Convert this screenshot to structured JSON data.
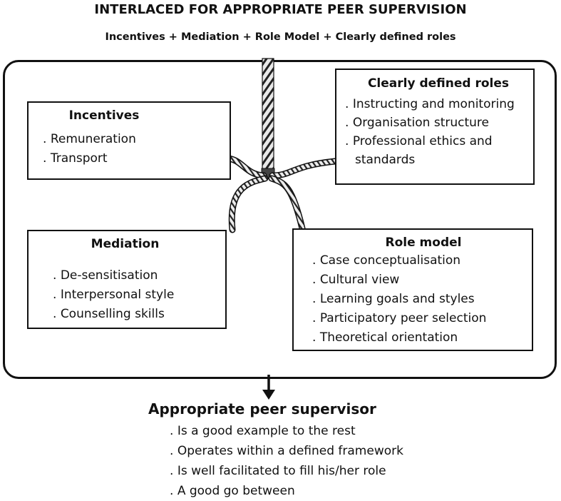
{
  "title": "INTERLACED FOR APPROPRIATE PEER SUPERVISION",
  "subtitle": "Incentives + Mediation + Role Model + Clearly defined roles",
  "incentives": {
    "heading": "Incentives",
    "items": [
      "Remuneration",
      "Transport"
    ]
  },
  "clearly_defined_roles": {
    "heading": "Clearly defined roles",
    "items": [
      "Instructing and monitoring",
      "Organisation structure",
      "Professional ethics and",
      "standards"
    ]
  },
  "mediation": {
    "heading": "Mediation",
    "items": [
      "De-sensitisation",
      "Interpersonal style",
      "Counselling skills"
    ]
  },
  "role_model": {
    "heading": "Role model",
    "items": [
      "Case conceptualisation",
      "Cultural view",
      "Learning goals and styles",
      "Participatory peer selection",
      "Theoretical orientation"
    ]
  },
  "outcome": {
    "heading": "Appropriate peer supervisor",
    "items": [
      "Is a good example to the rest",
      "Operates within a defined framework",
      "Is well facilitated to fill his/her role",
      "A good go between"
    ]
  }
}
